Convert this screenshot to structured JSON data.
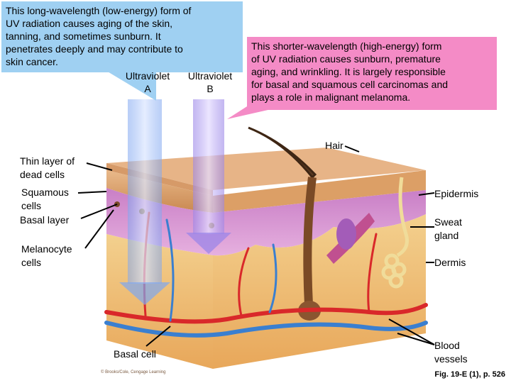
{
  "callouts": {
    "uva": "This long-wavelength (low-energy) form of\nUV radiation causes aging of the skin,\ntanning, and sometimes sunburn. It\npenetrates deeply and may contribute to\nskin cancer.",
    "uvb": "This shorter-wavelength (high-energy) form\nof UV radiation causes sunburn, premature\naging, and wrinkling. It is largely responsible\nfor basal and squamous cell carcinomas and\nplays a role in malignant melanoma."
  },
  "rays": {
    "uva_label": "Ultraviolet\nA",
    "uvb_label": "Ultraviolet\nB"
  },
  "labels": {
    "hair": "Hair",
    "thin_layer": "Thin layer of\ndead cells",
    "squamous": "Squamous\ncells",
    "basal_layer": "Basal layer",
    "melanocyte": "Melanocyte\ncells",
    "basal_cell": "Basal cell",
    "epidermis": "Epidermis",
    "sweat_gland": "Sweat\ngland",
    "dermis": "Dermis",
    "blood_vessels": "Blood\nvessels"
  },
  "footer": {
    "figure": "Fig. 19-E (1), p. 526",
    "copyright": "© Brooks/Cole, Cengage Learning"
  },
  "colors": {
    "uva_box": "#9fd0f2",
    "uvb_box": "#f48bc6",
    "epidermis": "#e8b27a",
    "dermis": "#dfa0d8",
    "hypodermis": "#f1c27a",
    "artery": "#d9282a",
    "vein": "#3a7fd0"
  }
}
